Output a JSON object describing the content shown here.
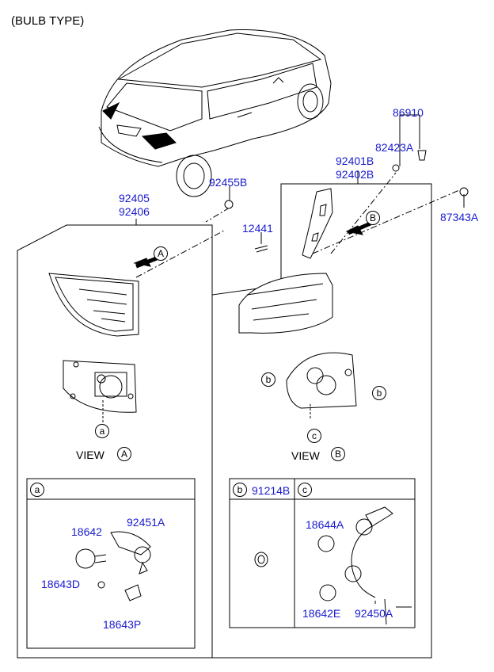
{
  "title": "(BULB TYPE)",
  "parts": {
    "p86910": "86910",
    "p82423A": "82423A",
    "p92401B": "92401B",
    "p92402B": "92402B",
    "p92405": "92405",
    "p92406": "92406",
    "p92455B": "92455B",
    "p12441": "12441",
    "p87343A": "87343A",
    "p18642": "18642",
    "p92451A": "92451A",
    "p18643D": "18643D",
    "p18643P": "18643P",
    "p91214B": "91214B",
    "p18644A": "18644A",
    "p18642E": "18642E",
    "p92450A": "92450A"
  },
  "markers": {
    "a": "a",
    "b": "b",
    "c": "c",
    "A": "A",
    "B": "B"
  },
  "views": {
    "view_a": "VIEW",
    "view_b": "VIEW"
  },
  "colors": {
    "part_number": "#1a1ad0",
    "line": "#000000"
  }
}
